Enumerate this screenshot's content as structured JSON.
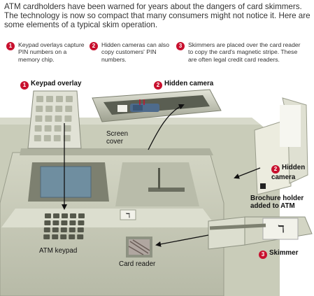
{
  "intro": "ATM cardholders have been warned for years about the dangers of card skimmers. The technology is now so compact that many consumers might not notice it. Here are some elements of a typical skim operation.",
  "steps": [
    {
      "num": "1",
      "text": "Keypad overlays capture PIN numbers on a memory chip."
    },
    {
      "num": "2",
      "text": "Hidden cameras can also copy customers' PIN numbers."
    },
    {
      "num": "3",
      "text": "Skimmers are placed over the card reader to copy the card's magnetic stripe. These are often legal credit card readers."
    }
  ],
  "callouts": {
    "keypad_overlay": {
      "num": "1",
      "label": "Keypad overlay"
    },
    "hidden_camera_top": {
      "num": "2",
      "label": "Hidden camera"
    },
    "hidden_camera_side": {
      "num": "2",
      "label": "Hidden camera"
    },
    "skimmer": {
      "num": "3",
      "label": "Skimmer"
    }
  },
  "labels": {
    "screen_cover": "Screen cover",
    "brochure_holder": "Brochure holder added to ATM",
    "atm_keypad": "ATM keypad",
    "card_reader": "Card reader"
  },
  "colors": {
    "accent": "#c8102e",
    "machine": "#c9ccb9",
    "machine_dark": "#8e9282",
    "screen": "#6f8ea0"
  }
}
